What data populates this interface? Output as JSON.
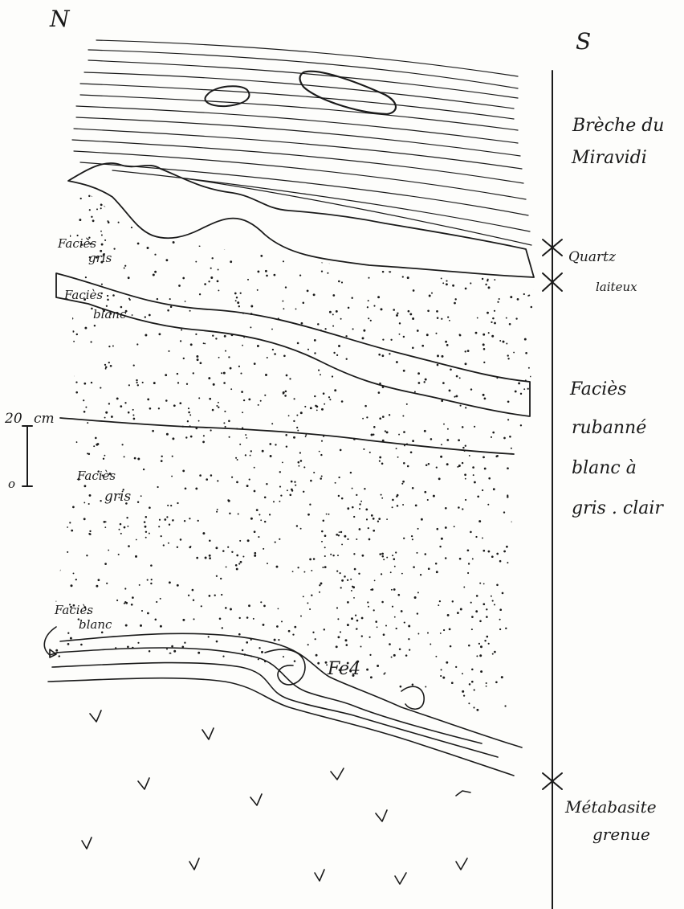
{
  "compass": {
    "north": "N",
    "south": "S"
  },
  "scale_bar": {
    "top_label": "20",
    "unit": "cm",
    "bottom_label": "o"
  },
  "left_labels": {
    "facies_gris_top": [
      "Faciès",
      "gris"
    ],
    "facies_blanc_top": [
      "Faciès",
      "blanc"
    ],
    "facies_gris_mid": [
      "Faciès",
      "gris"
    ],
    "facies_blanc_bottom": [
      "Faciès",
      "blanc"
    ],
    "sample": "Fe4"
  },
  "column_units": [
    {
      "lines": [
        "Brèche du",
        "Miravidi"
      ]
    },
    {
      "lines": [
        "Quartz",
        "laiteux"
      ]
    },
    {
      "lines": [
        "Faciès",
        "rubanné",
        "blanc à",
        "gris . clair"
      ]
    },
    {
      "lines": [
        "Métabasite",
        "grenue"
      ]
    }
  ],
  "colors": {
    "ink": "#1a1a1a",
    "paper": "#fdfdfb"
  }
}
